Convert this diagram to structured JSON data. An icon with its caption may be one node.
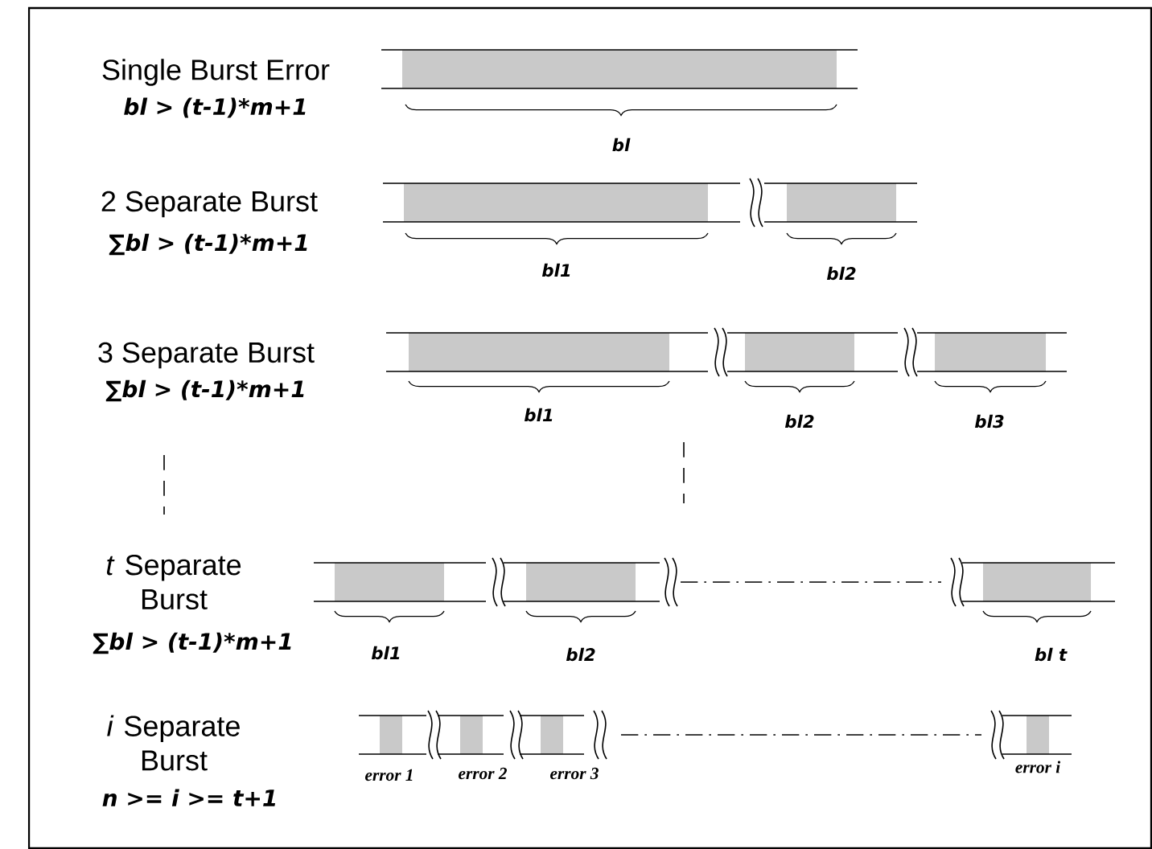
{
  "diagram": {
    "labels": [
      "Single Burst Error",
      "bl > (t-1)*m+1",
      "bl",
      "2 Separate Burst",
      "∑bl > (t-1)*m+1",
      "bl1",
      "bl2",
      "3 Separate Burst",
      "∑bl > (t-1)*m+1",
      "bl1",
      "bl2",
      "bl3",
      "*t* Separate Burst",
      "∑bl > (t-1)*m+1",
      "bl1",
      "bl2",
      "bl t",
      "*i* Separate Burst",
      "n >= i >= t+1",
      "error 1",
      "error 2",
      "error 3",
      "error i"
    ]
  }
}
